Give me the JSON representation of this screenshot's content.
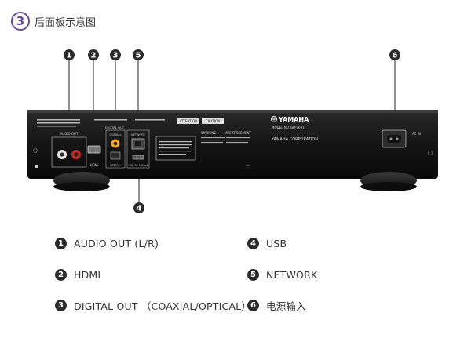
{
  "header": {
    "step_number": "3",
    "title": "后面板示意图"
  },
  "callouts": [
    "1",
    "2",
    "3",
    "5",
    "6",
    "4"
  ],
  "panel": {
    "brand": "YAMAHA",
    "model": "MODEL NO.  BD-S681",
    "company": "YAMAHA CORPORATION",
    "audio_out_label": "AUDIO OUT",
    "hdmi_label": "HDMI",
    "digital_out_label": "DIGITAL OUT",
    "coaxial_label": "COAXIAL",
    "optical_label": "OPTICAL",
    "network_label": "NETWORK",
    "usb_label": "USB 5V 500mA",
    "ac_in_label": "AC IN",
    "attention_label": "ATTENTION",
    "caution_label": "CAUTION",
    "warning_label": "WARNING",
    "avertissement_label": "AVERTISSEMENT"
  },
  "legend": [
    {
      "num": "1",
      "label": "AUDIO OUT (L/R)"
    },
    {
      "num": "2",
      "label": "HDMI"
    },
    {
      "num": "3",
      "label": "DIGITAL OUT （COAXIAL/OPTICAL）"
    },
    {
      "num": "4",
      "label": "USB"
    },
    {
      "num": "5",
      "label": "NETWORK"
    },
    {
      "num": "6",
      "label": "电源输入"
    }
  ]
}
